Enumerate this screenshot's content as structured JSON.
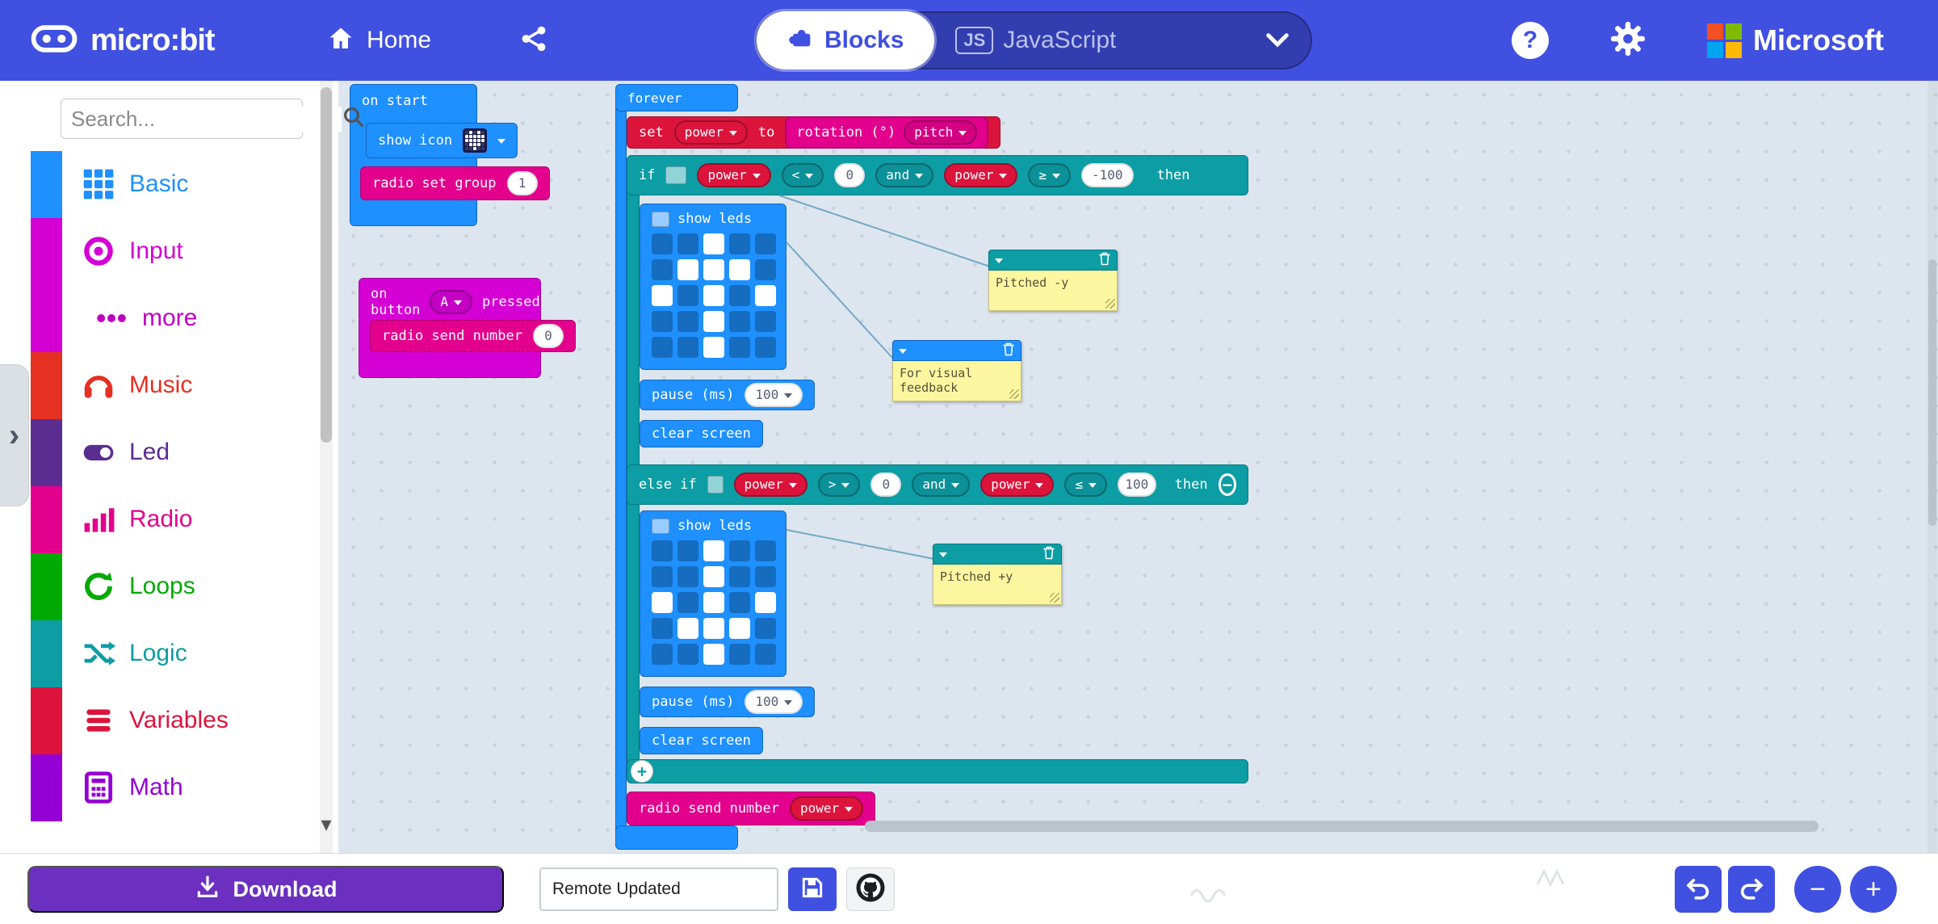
{
  "header": {
    "brand": "micro:bit",
    "home_label": "Home",
    "editor_toggle": {
      "blocks": "Blocks",
      "javascript": "JavaScript"
    },
    "microsoft": "Microsoft"
  },
  "icons": {
    "help": "?",
    "js_badge": "JS",
    "zoom_in": "+",
    "zoom_out": "−",
    "sidebar_chevron": "›",
    "scroll_down_chevron": "▾"
  },
  "colors": {
    "header_blue": "#4050E0",
    "basic_blue": "#1E90FF",
    "input_magenta": "#D400D4",
    "radio_pink": "#E3008C",
    "variables_red": "#DC143C",
    "logic_teal": "#0D9DA4",
    "download_purple": "#6B30BF",
    "comment_yellow": "#FCF6A0",
    "workspace_bg": "#DDE6EE"
  },
  "toolbox": {
    "search_placeholder": "Search...",
    "categories": [
      {
        "label": "Basic",
        "color": "#1E90FF"
      },
      {
        "label": "Input",
        "color": "#D400D4"
      },
      {
        "label": "more",
        "color": "#D400D4"
      },
      {
        "label": "Music",
        "color": "#E63022"
      },
      {
        "label": "Led",
        "color": "#5C2D91"
      },
      {
        "label": "Radio",
        "color": "#E3008C"
      },
      {
        "label": "Loops",
        "color": "#00AA00"
      },
      {
        "label": "Logic",
        "color": "#0D9DA4"
      },
      {
        "label": "Variables",
        "color": "#DC143C"
      },
      {
        "label": "Math",
        "color": "#9400D3"
      }
    ]
  },
  "workspace": {
    "on_start": {
      "label": "on start",
      "show_icon": "show icon",
      "radio_set_group": "radio set group",
      "group_value": "1"
    },
    "on_button": {
      "label": "on button",
      "button": "A",
      "pressed": "pressed",
      "radio_send": "radio send number",
      "value": "0"
    },
    "forever": {
      "label": "forever"
    },
    "set_power": {
      "set": "set",
      "variable": "power",
      "to": "to",
      "rotation": "rotation (°)",
      "pitch": "pitch"
    },
    "if_row": {
      "label": "if",
      "var1": "power",
      "op1": "<",
      "val1": "0",
      "and": "and",
      "var2": "power",
      "op2": "≥",
      "val2": "-100",
      "then": "then"
    },
    "else_if_row": {
      "label": "else if",
      "var1": "power",
      "op1": ">",
      "val1": "0",
      "and": "and",
      "var2": "power",
      "op2": "≤",
      "val2": "100",
      "then": "then"
    },
    "show_leds_label": "show leds",
    "led_up": [
      "..X..",
      ".XXX.",
      "X.X.X",
      "..X..",
      "..X.."
    ],
    "led_down": [
      "..X..",
      "..X..",
      "X.X.X",
      ".XXX.",
      "..X.."
    ],
    "heart": [
      ".X.X.",
      "XXXXX",
      "XXXXX",
      ".XXX.",
      "..X.."
    ],
    "pause": {
      "label": "pause (ms)",
      "value": "100"
    },
    "clear_screen": "clear screen",
    "radio_send_power": {
      "label": "radio send number",
      "variable": "power"
    },
    "comments": [
      {
        "text": "Pitched -y"
      },
      {
        "text": "For visual feedback"
      },
      {
        "text": "Pitched +y"
      }
    ]
  },
  "footer": {
    "download": "Download",
    "project_name": "Remote Updated"
  }
}
